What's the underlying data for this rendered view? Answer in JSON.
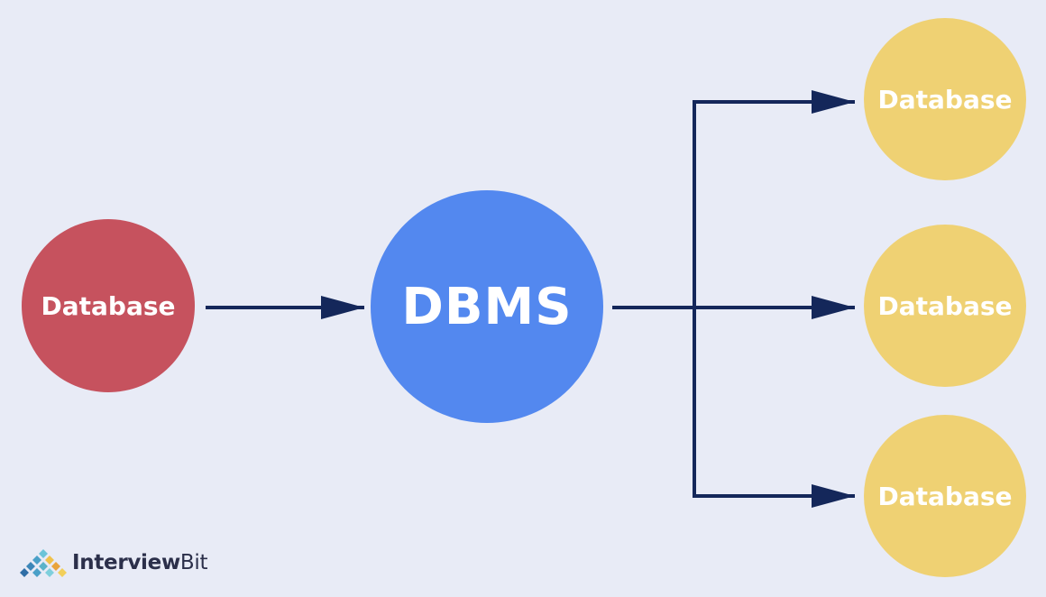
{
  "colors": {
    "background": "#e8ebf6",
    "source": "#c6525e",
    "dbms": "#5388ef",
    "target": "#efd173",
    "arrow": "#14275a"
  },
  "source": {
    "label": "Database"
  },
  "dbms": {
    "label": "DBMS"
  },
  "targets": [
    {
      "label": "Database"
    },
    {
      "label": "Database"
    },
    {
      "label": "Database"
    }
  ],
  "brand": {
    "name_part1": "Interview",
    "name_part2": "Bit",
    "logo_icon": "interviewbit-logo-icon"
  }
}
